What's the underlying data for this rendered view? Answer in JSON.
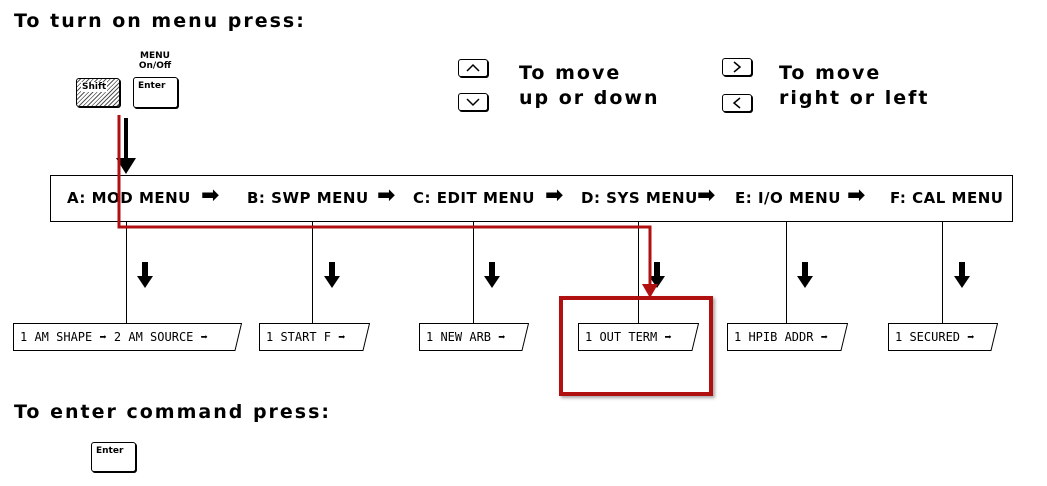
{
  "headings": {
    "turn_on": "To turn on menu press:",
    "enter_command": "To enter command press:"
  },
  "keys": {
    "shift": "Shift",
    "enter": "Enter",
    "menu_label": "MENU",
    "onoff_label": "On/Off",
    "enter_bottom": "Enter"
  },
  "navigation": {
    "updown_line1": "To move",
    "updown_line2": "up or down",
    "leftright_line1": "To move",
    "leftright_line2": "right or left",
    "up_icon": "chevron-up-icon",
    "down_icon": "chevron-down-icon",
    "right_icon": "chevron-right-icon",
    "left_icon": "chevron-left-icon"
  },
  "menus": [
    {
      "label": "A: MOD MENU",
      "display": "1 AM SHAPE ➡ 2 AM SOURCE ➡"
    },
    {
      "label": "B: SWP MENU",
      "display": "1 START F ➡"
    },
    {
      "label": "C: EDIT MENU",
      "display": "1 NEW ARB ➡"
    },
    {
      "label": "D: SYS MENU",
      "display": "1 OUT TERM ➡"
    },
    {
      "label": "E: I/O MENU",
      "display": "1 HPIB ADDR ➡"
    },
    {
      "label": "F: CAL MENU",
      "display": "1 SECURED ➡"
    }
  ],
  "arrow_glyph": "➡",
  "colors": {
    "highlight": "#b01010",
    "ink": "#000000"
  }
}
